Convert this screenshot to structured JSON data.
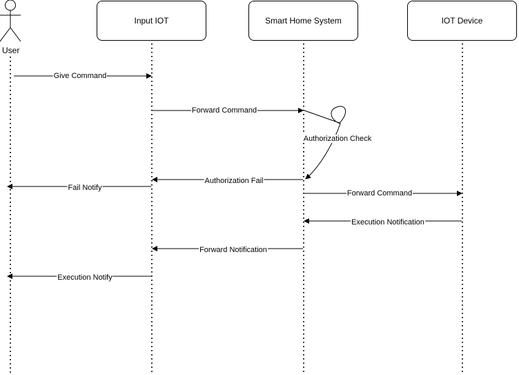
{
  "actor": {
    "label": "User"
  },
  "participants": [
    {
      "id": "input",
      "label": "Input IOT"
    },
    {
      "id": "system",
      "label": "Smart Home System"
    },
    {
      "id": "device",
      "label": "IOT Device"
    }
  ],
  "messages": [
    {
      "label": "Give Command",
      "from": "User",
      "to": "Input IOT"
    },
    {
      "label": "Forward Command",
      "from": "Input IOT",
      "to": "Smart Home System"
    },
    {
      "label": "Authorization Check",
      "from": "Smart Home System",
      "to": "Smart Home System"
    },
    {
      "label": "Authorization Fail",
      "from": "Smart Home System",
      "to": "Input IOT"
    },
    {
      "label": "Fail Notify",
      "from": "Input IOT",
      "to": "User"
    },
    {
      "label": "Forward Command",
      "from": "Smart Home System",
      "to": "IOT Device"
    },
    {
      "label": "Execution Notification",
      "from": "IOT Device",
      "to": "Smart Home System"
    },
    {
      "label": "Forward Notification",
      "from": "Smart Home System",
      "to": "Input IOT"
    },
    {
      "label": "Execution Notify",
      "from": "Input IOT",
      "to": "User"
    }
  ]
}
